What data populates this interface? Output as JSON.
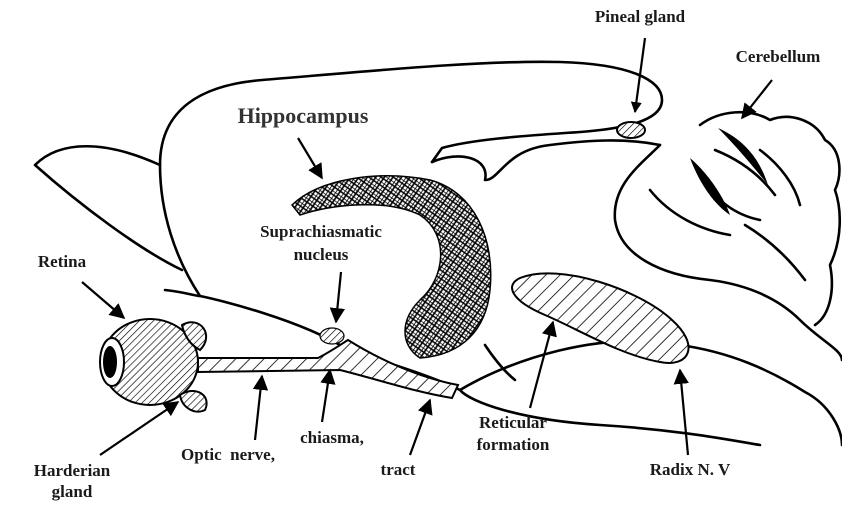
{
  "labels": {
    "pineal_gland": "Pineal gland",
    "cerebellum": "Cerebellum",
    "hippocampus": "Hippocampus",
    "suprachiasmatic_line1": "Suprachiasmatic",
    "suprachiasmatic_line2": "nucleus",
    "retina": "Retina",
    "harderian_line1": "Harderian",
    "harderian_line2": "gland",
    "optic_nerve": "Optic  nerve,",
    "chiasma": "chiasma,",
    "tract": "tract",
    "reticular_line1": "Reticular",
    "reticular_line2": "formation",
    "radix": "Radix N. V"
  },
  "colors": {
    "ink": "#000000",
    "text": "#1a1a1a",
    "hippocampus_title": "#333333",
    "background": "#ffffff"
  }
}
